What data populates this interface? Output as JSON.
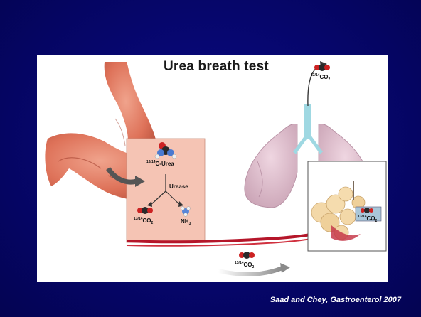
{
  "slide": {
    "figure_title": "Urea breath test",
    "citation": "Saad and Chey, Gastroenterol 2007"
  },
  "labels": {
    "urea_prefix": "13/14",
    "urea_name": "C-Urea",
    "enzyme": "Urease",
    "ammonia_base": "NH",
    "ammonia_sub": "3",
    "co2_prefix": "13/14",
    "co2_base": "CO",
    "co2_sub": "2"
  },
  "colors": {
    "background": "#06066e",
    "stomach_box": "#f5c7b7",
    "stomach": "#e07a62",
    "lungs": "#dcb4c6",
    "blood_vessel": "#b5162a",
    "citation_text": "#ffffff"
  }
}
